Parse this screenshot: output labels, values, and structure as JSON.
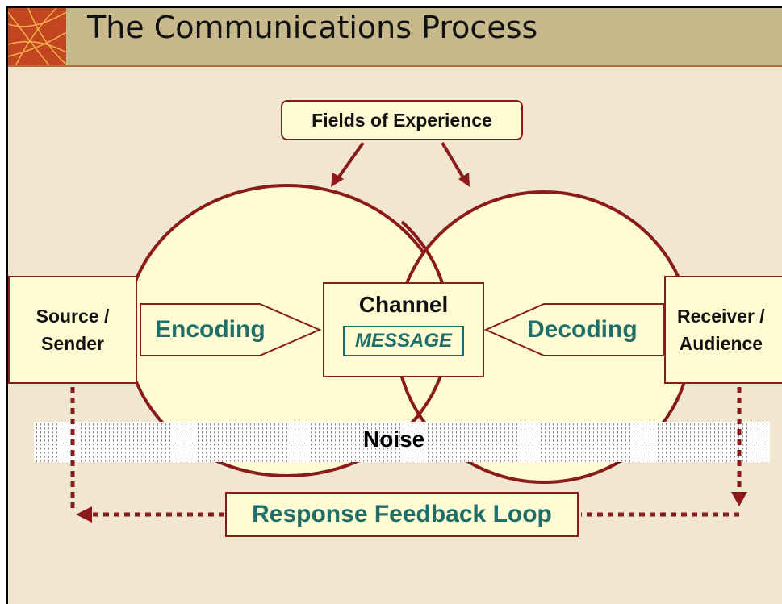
{
  "header": {
    "title": "The Communications Process"
  },
  "diagram": {
    "fields_of_experience": "Fields of Experience",
    "source": [
      "Source /",
      "Sender"
    ],
    "receiver": [
      "Receiver /",
      "Audience"
    ],
    "encoding": "Encoding",
    "decoding": "Decoding",
    "channel": "Channel",
    "message": "MESSAGE",
    "noise": "Noise",
    "feedback": "Response Feedback Loop"
  },
  "colors": {
    "background": "#f1e6cf",
    "header": "#c7b98c",
    "header_rule": "#c8692a",
    "circle_fill": "#fffbd2",
    "outline": "#8b1a1a",
    "label_teal": "#1e6e6a"
  }
}
